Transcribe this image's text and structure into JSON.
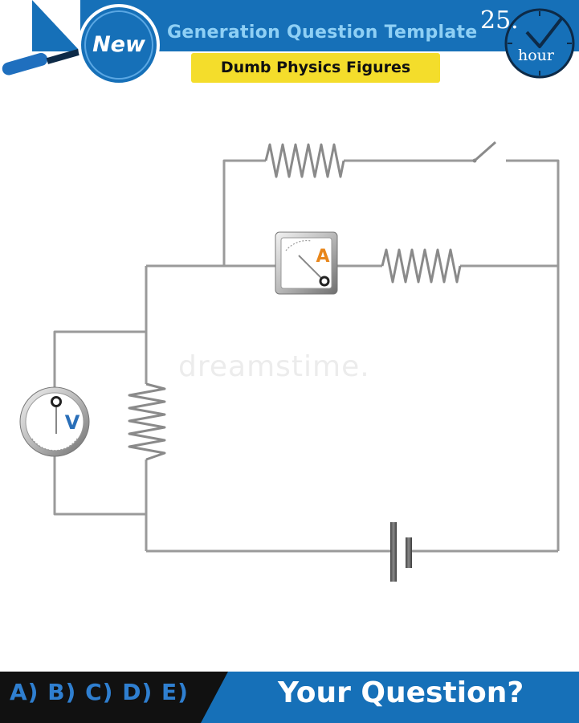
{
  "header": {
    "badge": "New",
    "title": "Generation Question Template",
    "subtitle": "Dumb Physics Figures",
    "clock_number": "25.",
    "clock_unit": "hour"
  },
  "diagram": {
    "ammeter_label": "A",
    "voltmeter_label": "V",
    "components": [
      "resistor-top",
      "switch",
      "ammeter",
      "resistor-middle",
      "resistor-left",
      "voltmeter",
      "battery"
    ]
  },
  "watermark": "dreamstime.",
  "footer": {
    "options": "A) B) C) D) E)",
    "question": "Your Question?"
  },
  "colors": {
    "header_blue": "#1670b8",
    "title_light_blue": "#8fd0f5",
    "subtitle_yellow": "#f4dd2b",
    "ammeter_label_orange": "#e8861a",
    "voltmeter_label_blue": "#2a6fb8",
    "wire_gray": "#9a9a9a"
  }
}
